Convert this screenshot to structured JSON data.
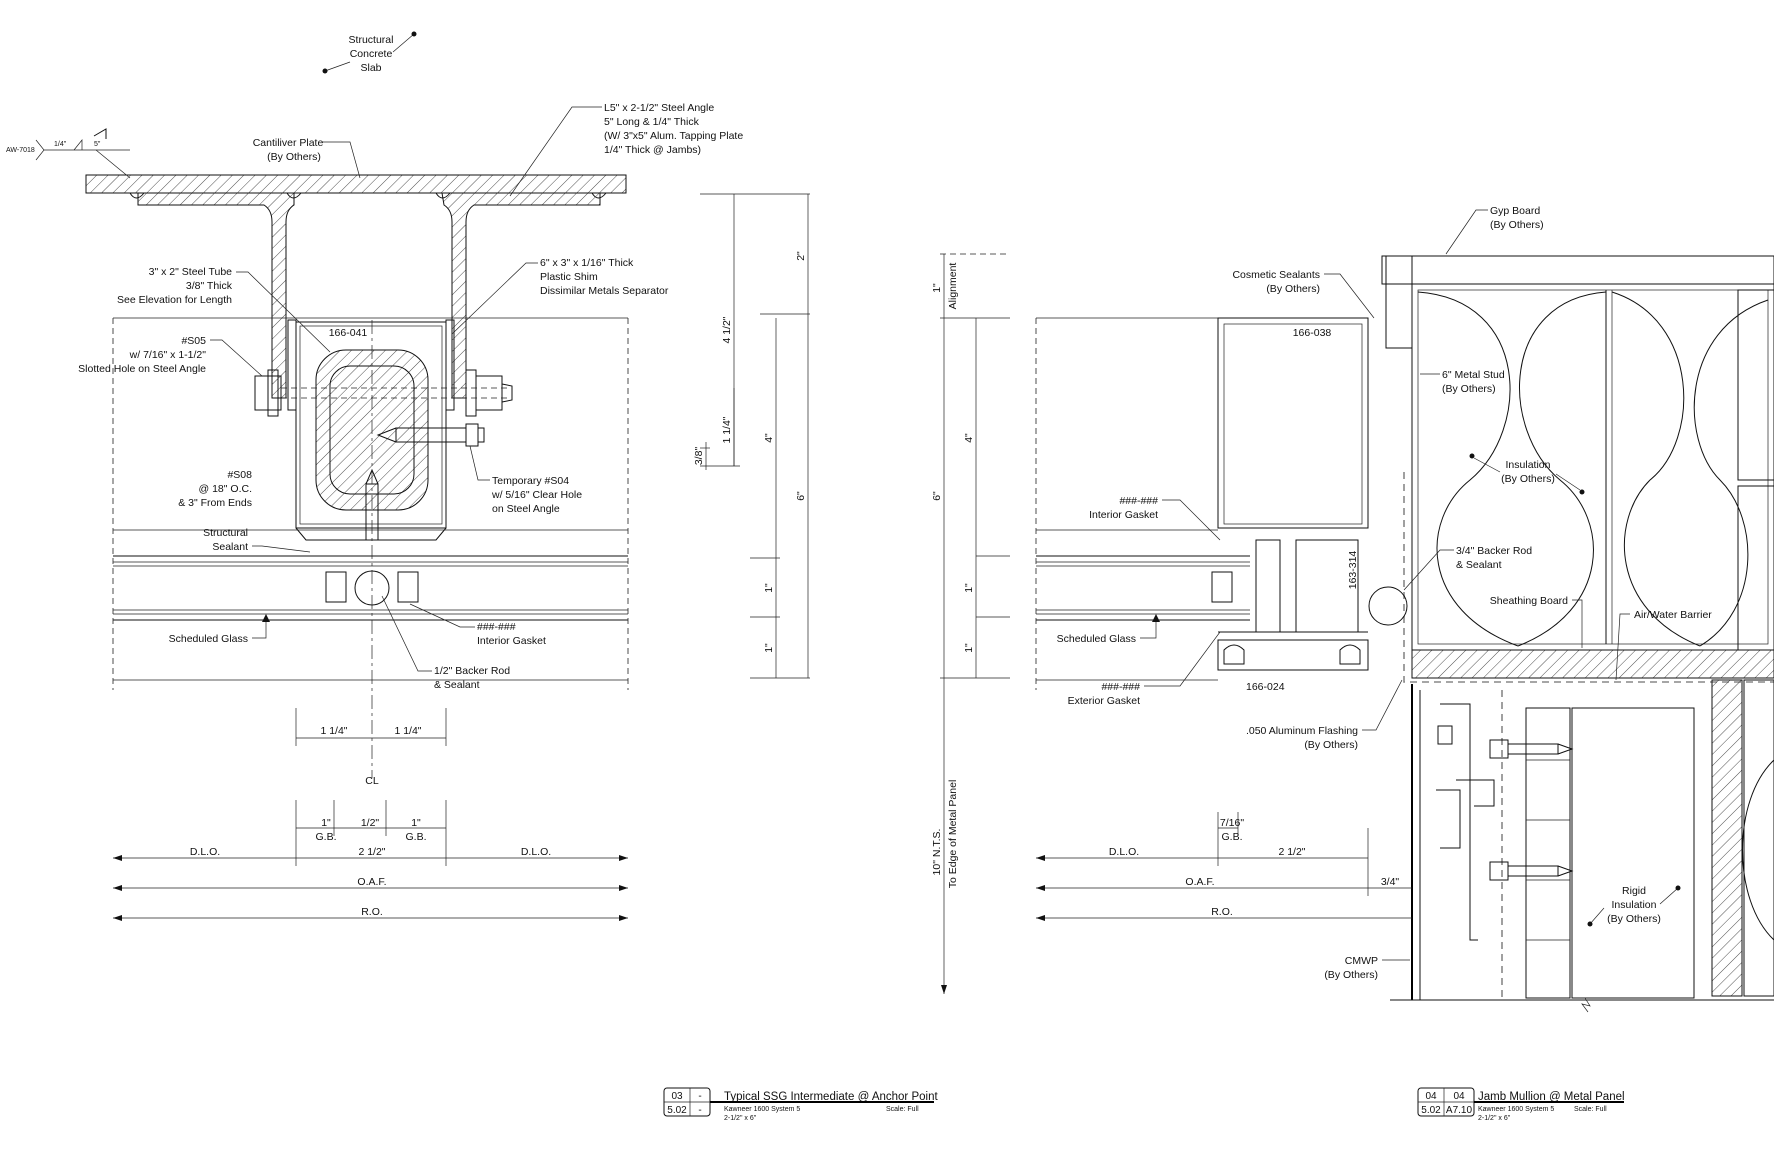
{
  "detail_left": {
    "labels": {
      "slab": [
        "Structural",
        "Concrete",
        "Slab"
      ],
      "weld_ref": "AW-7018",
      "weld_size": "1/4\"",
      "weld_len": "5\"",
      "cantilever": [
        "Cantiliver Plate",
        "(By Others)"
      ],
      "angle": [
        "L5\" x 2-1/2\" Steel Angle",
        "5\" Long & 1/4\" Thick",
        "(W/ 3\"x5\" Alum. Tapping Plate",
        "1/4\" Thick @ Jambs)"
      ],
      "tube": [
        "3\" x 2\" Steel Tube",
        "3/8\" Thick",
        "See Elevation for Length"
      ],
      "shim": [
        "6\" x 3\" x 1/16\" Thick",
        "Plastic Shim",
        "Dissimilar Metals Separator"
      ],
      "s05": [
        "#S05",
        "w/ 7/16\" x 1-1/2\"",
        "Slotted Hole on Steel Angle"
      ],
      "part": "166-041",
      "s08": [
        "#S08",
        "@ 18\" O.C.",
        "& 3\" From Ends"
      ],
      "s04": [
        "Temporary #S04",
        "w/ 5/16\" Clear Hole",
        "on Steel Angle"
      ],
      "struct_sealant": [
        "Structural",
        "Sealant"
      ],
      "glass": "Scheduled Glass",
      "int_gasket": [
        "###-###",
        "Interior Gasket"
      ],
      "backer": [
        "1/2\" Backer Rod",
        "& Sealant"
      ]
    },
    "dims": {
      "half_left": "1 1/4\"",
      "half_right": "1 1/4\"",
      "cl": "CL",
      "gb_left": [
        "1\"",
        "G.B."
      ],
      "gap": "1/2\"",
      "gb_right": [
        "1\"",
        "G.B."
      ],
      "dlo_left": "D.L.O.",
      "mullion": "2 1/2\"",
      "dlo_right": "D.L.O.",
      "oaf": "O.A.F.",
      "ro": "R.O."
    },
    "vdims": {
      "top": "2\"",
      "anchor": "4 1/2\"",
      "slot": "1 1/4\"",
      "shim": "3/8\"",
      "depth": "4\"",
      "overall": "6\"",
      "glass1": "1\"",
      "glass2": "1\""
    }
  },
  "detail_right": {
    "labels": {
      "gyp": [
        "Gyp Board",
        "(By Others)"
      ],
      "cosmetic": [
        "Cosmetic Sealants",
        "(By Others)"
      ],
      "part1": "166-038",
      "stud": [
        "6\" Metal Stud",
        "(By Others)"
      ],
      "insulation": [
        "Insulation",
        "(By Others)"
      ],
      "int_gasket": [
        "###-###",
        "Interior Gasket"
      ],
      "part2": "163-314",
      "backer": [
        "3/4\" Backer Rod",
        "& Sealant"
      ],
      "sheathing": "Sheathing Board",
      "barrier": "Air/Water Barrier",
      "glass": "Scheduled Glass",
      "ext_gasket": [
        "###-###",
        "Exterior Gasket"
      ],
      "part3": "166-024",
      "flashing": [
        ".050 Aluminum Flashing",
        "(By Others)"
      ],
      "rigid": [
        "Rigid",
        "Insulation",
        "(By Others)"
      ],
      "cmwp": [
        "CMWP",
        "(By Others)"
      ]
    },
    "dims": {
      "gb": [
        "7/16\"",
        "G.B."
      ],
      "dlo": "D.L.O.",
      "mullion": "2 1/2\"",
      "oaf": "O.A.F.",
      "gap": "3/4\"",
      "ro": "R.O."
    },
    "vdims": {
      "align": "1\"",
      "align_label": "Alignment",
      "depth": "4\"",
      "overall": "6\"",
      "glass1": "1\"",
      "glass2": "1\"",
      "edge": "10\" N.T.S.",
      "edge_label": "To Edge of Metal Panel"
    }
  },
  "title_blocks": [
    {
      "num_top_left": "03",
      "num_top_right": "-",
      "num_bottom_left": "5.02",
      "num_bottom_right": "-",
      "title": "Typical SSG Intermediate @ Anchor Point",
      "system": "Kawneer 1600 System 5",
      "size": "2-1/2\" x 6\"",
      "scale": "Scale: Full"
    },
    {
      "num_top_left": "04",
      "num_top_right": "04",
      "num_bottom_left": "5.02",
      "num_bottom_right": "A7.10",
      "title": "Jamb Mullion @ Metal Panel",
      "system": "Kawneer 1600 System 5",
      "size": "2-1/2\" x 6\"",
      "scale": "Scale: Full"
    }
  ]
}
